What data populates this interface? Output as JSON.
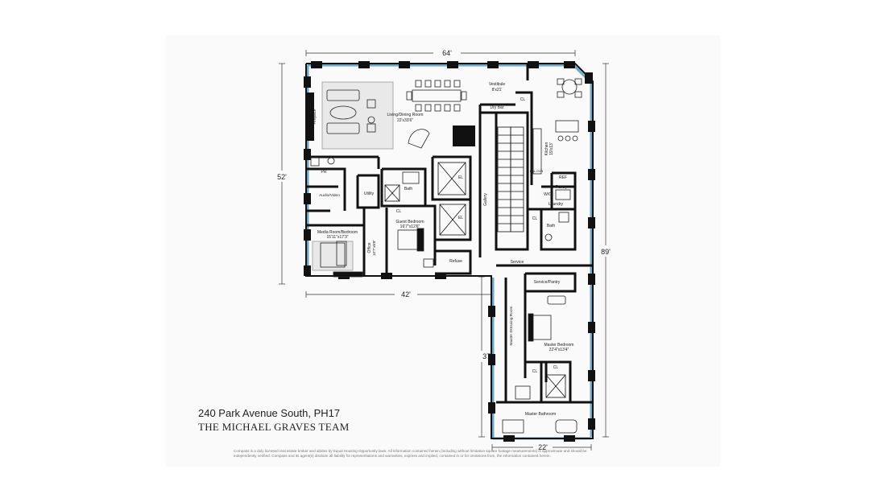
{
  "listing": {
    "address": "240 Park Avenue South, PH17",
    "team": "THE MICHAEL GRAVES TEAM",
    "disclaimer_line1": "Compass is a duly licensed real estate broker and abides by Equal Housing Opportunity laws.  All information contained herein (including without limitation square footage measurements) is approximate and should be",
    "disclaimer_line2": "independently verified. Compass and its agent(s) disclaim all liability for representations and warranties, express and implied, contained in or for omissions from, the information contained herein."
  },
  "dimensions": {
    "top_width": "64'",
    "left_height": "52'",
    "right_height": "89'",
    "mid_width": "42'",
    "wing_height": "37'",
    "bottom_width": "22'"
  },
  "rooms": {
    "living_name": "Living/Dining Room",
    "living_size": "22'x33'6\"",
    "vestibule_name": "Vestibule",
    "vestibule_size": "8'x21'",
    "dry_bar": "Dry Bar",
    "cl_1": "CL",
    "kitchen_name": "Kitchen",
    "kitchen_size": "19'x13'",
    "fireplace": "Fireplace",
    "pr": "PR",
    "audio_video": "Audio/Video",
    "utility": "Utility",
    "bath_1": "Bath",
    "cl_2": "CL",
    "el_1": "EL",
    "el_2": "EL",
    "gallery": "Gallery",
    "ref": "REF",
    "dbl_oven": "DBL OVN",
    "pantry": "Pantry",
    "wc": "W/C",
    "laundry": "Laundry",
    "cl_3": "CL",
    "bath_2": "Bath",
    "media_name": "Media Room/Bedroom",
    "media_size": "15'11\"x17'3\"",
    "office_name": "Office",
    "office_size": "10'7\"x8'8\"",
    "guest_name": "Guest Bedroom",
    "guest_size": "16'7\"x12'6\"",
    "refuse": "Refuse",
    "service": "Service",
    "service_pantry": "Service/Pantry",
    "dressing": "Master Dressing Room",
    "master_name": "Master Bedroom",
    "master_size": "22'4\"x13'4\"",
    "cl_4": "CL",
    "cl_5": "CL",
    "master_bath": "Master Bathroom"
  },
  "colors": {
    "wall": "#111111",
    "window": "#6aa9c9",
    "rug": "#e9e9e9"
  }
}
